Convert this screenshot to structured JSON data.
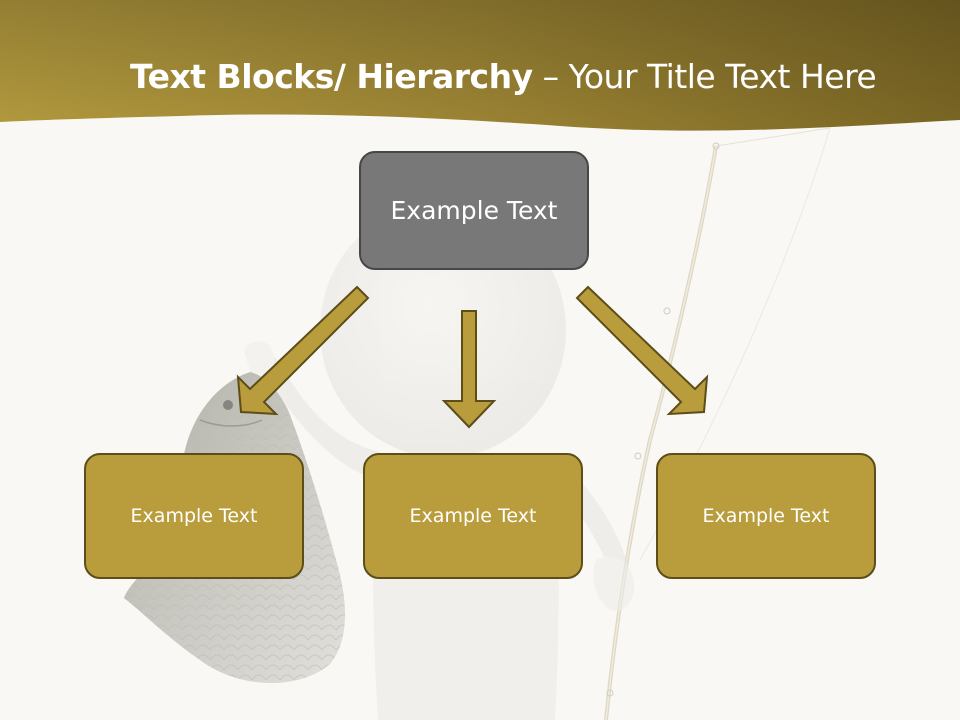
{
  "slide": {
    "title_bold": "Text Blocks/ Hierarchy",
    "title_rest": " – Your Title Text Here"
  },
  "hierarchy": {
    "root": {
      "label": "Example Text"
    },
    "children": [
      {
        "label": "Example Text"
      },
      {
        "label": "Example Text"
      },
      {
        "label": "Example Text"
      }
    ]
  },
  "colors": {
    "header_band": "#a08a34",
    "root_fill": "#787878",
    "child_fill": "#b99c3c",
    "arrow_fill": "#b99c3c",
    "arrow_stroke": "#5c4d19",
    "background": "#f9f8f4"
  }
}
